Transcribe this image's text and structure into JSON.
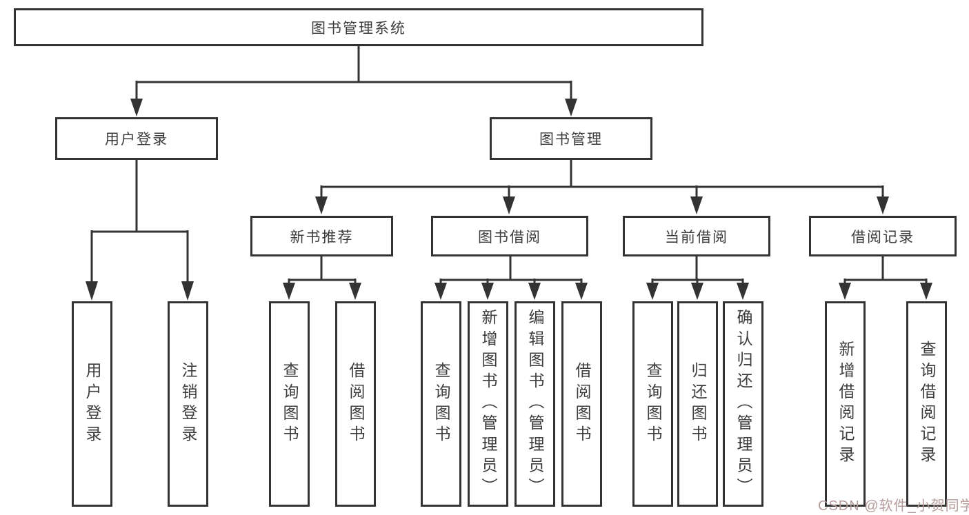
{
  "root": {
    "label": "图书管理系统"
  },
  "level1": [
    {
      "label": "用户登录"
    },
    {
      "label": "图书管理"
    }
  ],
  "level2": [
    {
      "label": "新书推荐"
    },
    {
      "label": "图书借阅"
    },
    {
      "label": "当前借阅"
    },
    {
      "label": "借阅记录"
    }
  ],
  "leaves": [
    {
      "label": "用户登录"
    },
    {
      "label": "注销登录"
    },
    {
      "label": "查询图书"
    },
    {
      "label": "借阅图书"
    },
    {
      "label": "查询图书"
    },
    {
      "label": "新增图书（管理员）"
    },
    {
      "label": "编辑图书（管理员）"
    },
    {
      "label": "借阅图书"
    },
    {
      "label": "查询图书"
    },
    {
      "label": "归还图书"
    },
    {
      "label": "确认归还（管理员）"
    },
    {
      "label": "新增借阅记录"
    },
    {
      "label": "查询借阅记录"
    }
  ],
  "edges": [
    {
      "from": "图书管理系统",
      "to": [
        "用户登录",
        "图书管理"
      ]
    },
    {
      "from": "用户登录",
      "to": [
        "用户登录",
        "注销登录"
      ]
    },
    {
      "from": "图书管理",
      "to": [
        "新书推荐",
        "图书借阅",
        "当前借阅",
        "借阅记录"
      ]
    },
    {
      "from": "新书推荐",
      "to": [
        "查询图书",
        "借阅图书"
      ]
    },
    {
      "from": "图书借阅",
      "to": [
        "查询图书",
        "新增图书（管理员）",
        "编辑图书（管理员）",
        "借阅图书"
      ]
    },
    {
      "from": "当前借阅",
      "to": [
        "查询图书",
        "归还图书",
        "确认归还（管理员）"
      ]
    },
    {
      "from": "借阅记录",
      "to": [
        "新增借阅记录",
        "查询借阅记录"
      ]
    }
  ],
  "watermark": {
    "text": "CSDN @软件_小贺同学"
  },
  "colors": {
    "line": "#333333",
    "box_border": "#333333",
    "text": "#3d3d3d",
    "watermark": "#b59c9c",
    "background": "#ffffff"
  }
}
